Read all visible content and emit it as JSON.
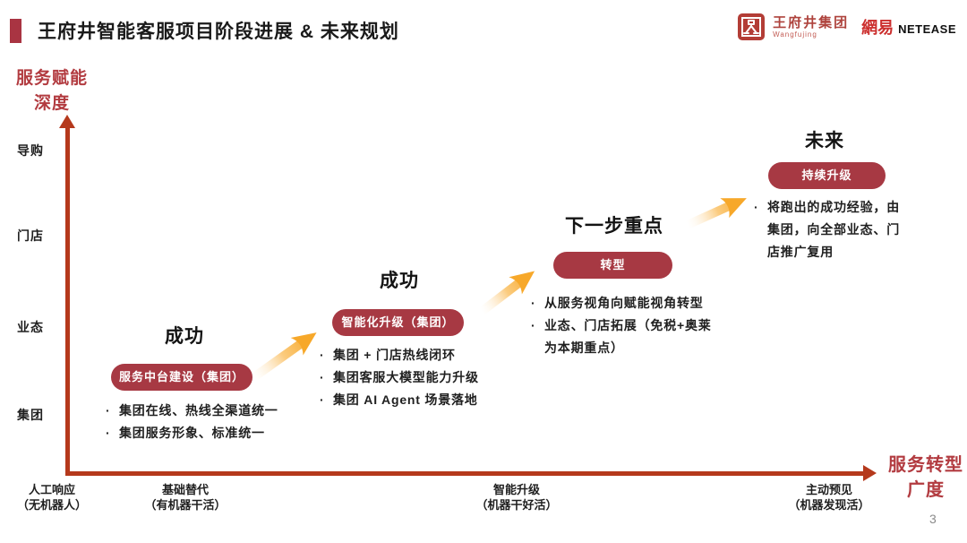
{
  "header": {
    "title": "王府井智能客服项目阶段进展 & 未来规划",
    "logos": {
      "wangfujing_name": "王府井集团",
      "wangfujing_sub": "Wangfujing",
      "netease_cn": "網易",
      "netease_en": "NETEASE"
    }
  },
  "axes": {
    "y_label": [
      "服务赋能",
      "深度"
    ],
    "y_ticks": [
      "导购",
      "门店",
      "业态",
      "集团"
    ],
    "x_label": [
      "服务转型",
      "广度"
    ],
    "x_ticks": [
      {
        "line1": "人工响应",
        "line2": "（无机器人）"
      },
      {
        "line1": "基础替代",
        "line2": "（有机器干活）"
      },
      {
        "line1": "智能升级",
        "line2": "（机器干好活）"
      },
      {
        "line1": "主动预见",
        "line2": "（机器发现活）"
      }
    ]
  },
  "stages": [
    {
      "heading": "成功",
      "pill": "服务中台建设（集团）",
      "bullets": [
        "集团在线、热线全渠道统一",
        "集团服务形象、标准统一"
      ]
    },
    {
      "heading": "成功",
      "pill": "智能化升级（集团）",
      "bullets": [
        "集团 + 门店热线闭环",
        "集团客服大模型能力升级",
        "集团 AI Agent 场景落地"
      ]
    },
    {
      "heading": "下一步重点",
      "pill": "转型",
      "bullets": [
        "从服务视角向赋能视角转型",
        "业态、门店拓展（免税+奥莱为本期重点）"
      ]
    },
    {
      "heading": "未来",
      "pill": "持续升级",
      "bullets": [
        "将跑出的成功经验，由集团，向全部业态、门店推广复用"
      ]
    }
  ],
  "footer": {
    "page_number": "3"
  },
  "colors": {
    "accent_dark_red": "#A73943",
    "axis_red": "#B5391C",
    "label_red": "#B23B40",
    "arrow_orange": "#F6A41F",
    "netease_red": "#CC2F2E"
  }
}
